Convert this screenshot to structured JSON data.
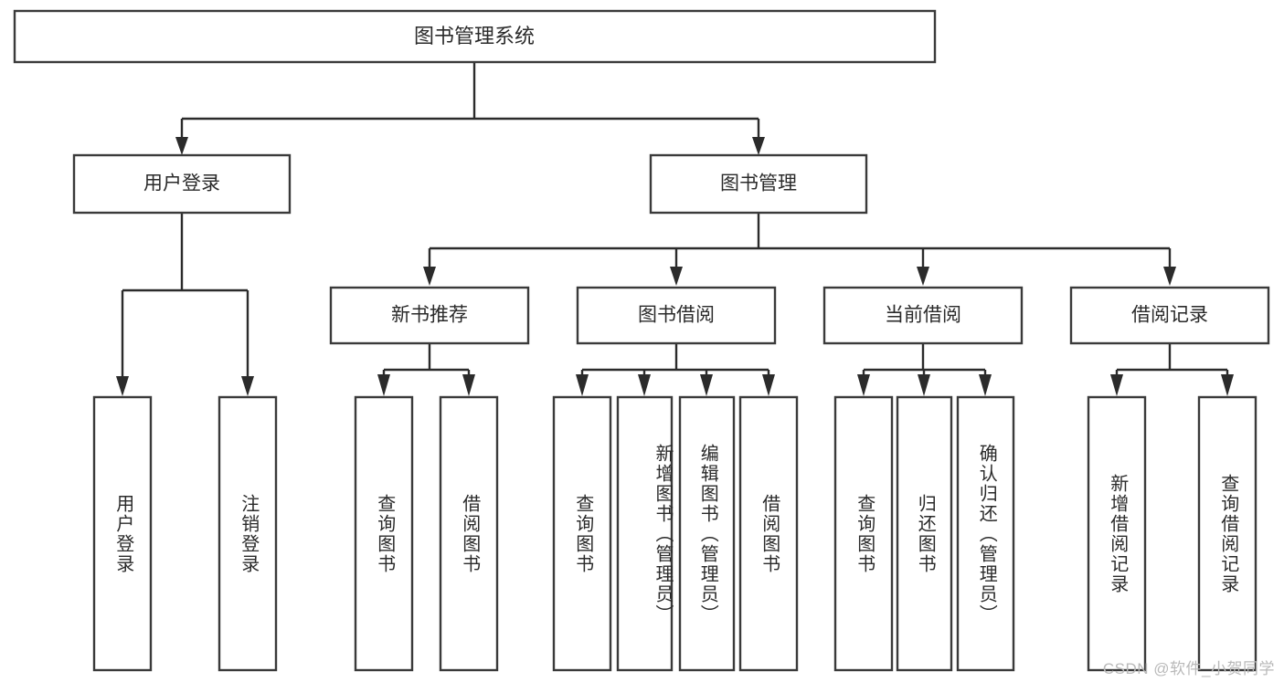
{
  "diagram": {
    "title": "图书管理系统",
    "type": "tree-hierarchy",
    "root": {
      "label": "图书管理系统"
    },
    "level2": [
      {
        "label": "用户登录"
      },
      {
        "label": "图书管理"
      }
    ],
    "level3": [
      {
        "label": "新书推荐"
      },
      {
        "label": "图书借阅"
      },
      {
        "label": "当前借阅"
      },
      {
        "label": "借阅记录"
      }
    ],
    "leaves": {
      "user_login": [
        {
          "label": "用户登录"
        },
        {
          "label": "注销登录"
        }
      ],
      "new_book_recommend": [
        {
          "label": "查询图书"
        },
        {
          "label": "借阅图书"
        }
      ],
      "book_borrow": [
        {
          "label": "查询图书"
        },
        {
          "label": "新增图书（管理员）"
        },
        {
          "label": "编辑图书（管理员）"
        },
        {
          "label": "借阅图书"
        }
      ],
      "current_borrow": [
        {
          "label": "查询图书"
        },
        {
          "label": "归还图书"
        },
        {
          "label": "确认归还（管理员）"
        }
      ],
      "borrow_record": [
        {
          "label": "新增借阅记录"
        },
        {
          "label": "查询借阅记录"
        }
      ]
    }
  },
  "watermark": {
    "text": "CSDN @软件_小贺同学"
  },
  "colors": {
    "background": "#ffffff",
    "box_fill": "#ffffff",
    "box_stroke": "#3a3a3a",
    "connector": "#2b2b2b",
    "text": "#2a2a2a",
    "watermark": "#b9b9b9"
  }
}
